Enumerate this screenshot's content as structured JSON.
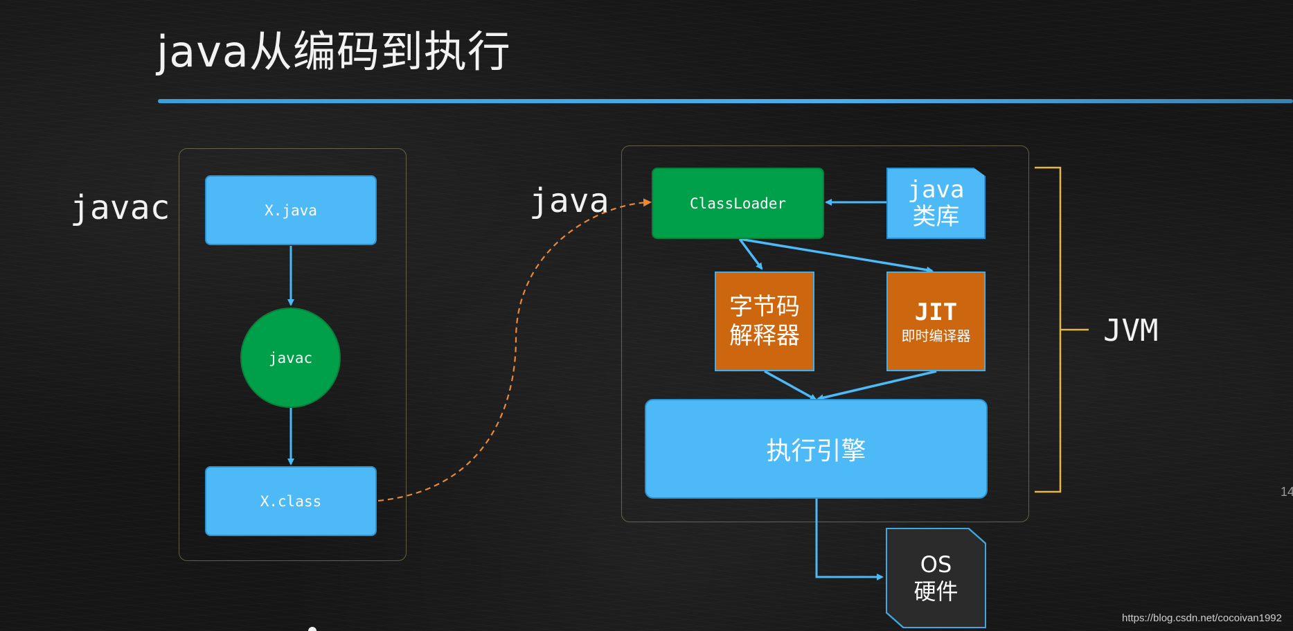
{
  "slide": {
    "title": "java从编码到执行",
    "page_number": "14",
    "watermark": "https://blog.csdn.net/cocoivan1992"
  },
  "labels": {
    "javac_side": "javac",
    "java_side": "java",
    "jvm": "JVM"
  },
  "compile_stage": {
    "source_file": "X.java",
    "compiler": "javac",
    "class_file": "X.class"
  },
  "jvm_stage": {
    "classloader": "ClassLoader",
    "java_library": [
      "java",
      "类库"
    ],
    "bytecode_interpreter": [
      "字节码",
      "解释器"
    ],
    "jit": [
      "JIT",
      "即时编译器"
    ],
    "execution_engine": "执行引擎"
  },
  "os": {
    "label": [
      "OS",
      "硬件"
    ]
  },
  "colors": {
    "background": "#161616",
    "blue_box": "#4dbaf7",
    "green_box": "#00a04a",
    "orange_box": "#cc660f",
    "os_box": "#2b2b2b",
    "connector": "#4dbaf7",
    "dashed_connector": "#e8893a",
    "jvm_bracket": "#e6b84a"
  }
}
